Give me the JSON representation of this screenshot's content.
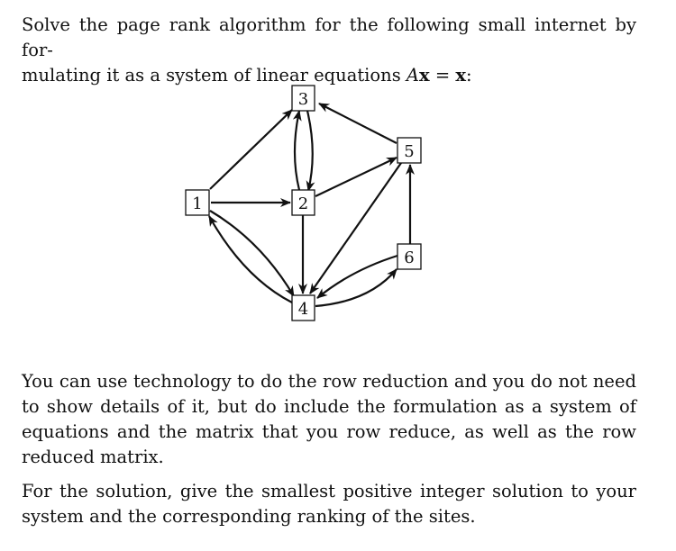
{
  "problem": {
    "intro_line1": "Solve the page rank algorithm for the following small internet by for-",
    "intro_line2_prefix": "mulating it as a system of linear equations ",
    "intro_math_A": "A",
    "intro_math_x": "x",
    "intro_math_eq": " = ",
    "intro_math_x2": "x",
    "intro_suffix": ":",
    "technology_paragraph": "You can use technology to do the row reduction and you do not need to show details of it, but do include the formulation as a system of equations and the matrix that you row reduce, as well as the row reduced matrix.",
    "solution_paragraph": "For the solution, give the smallest positive integer solution to your system and the corresponding ranking of the sites."
  },
  "graph": {
    "nodes": [
      {
        "id": "1",
        "label": "1"
      },
      {
        "id": "2",
        "label": "2"
      },
      {
        "id": "3",
        "label": "3"
      },
      {
        "id": "4",
        "label": "4"
      },
      {
        "id": "5",
        "label": "5"
      },
      {
        "id": "6",
        "label": "6"
      }
    ],
    "edges": [
      {
        "from": "1",
        "to": "3"
      },
      {
        "from": "1",
        "to": "2"
      },
      {
        "from": "1",
        "to": "4"
      },
      {
        "from": "4",
        "to": "1"
      },
      {
        "from": "3",
        "to": "2"
      },
      {
        "from": "2",
        "to": "3"
      },
      {
        "from": "2",
        "to": "5"
      },
      {
        "from": "2",
        "to": "4"
      },
      {
        "from": "5",
        "to": "3"
      },
      {
        "from": "5",
        "to": "4"
      },
      {
        "from": "6",
        "to": "5"
      },
      {
        "from": "6",
        "to": "4"
      },
      {
        "from": "4",
        "to": "6"
      }
    ]
  }
}
